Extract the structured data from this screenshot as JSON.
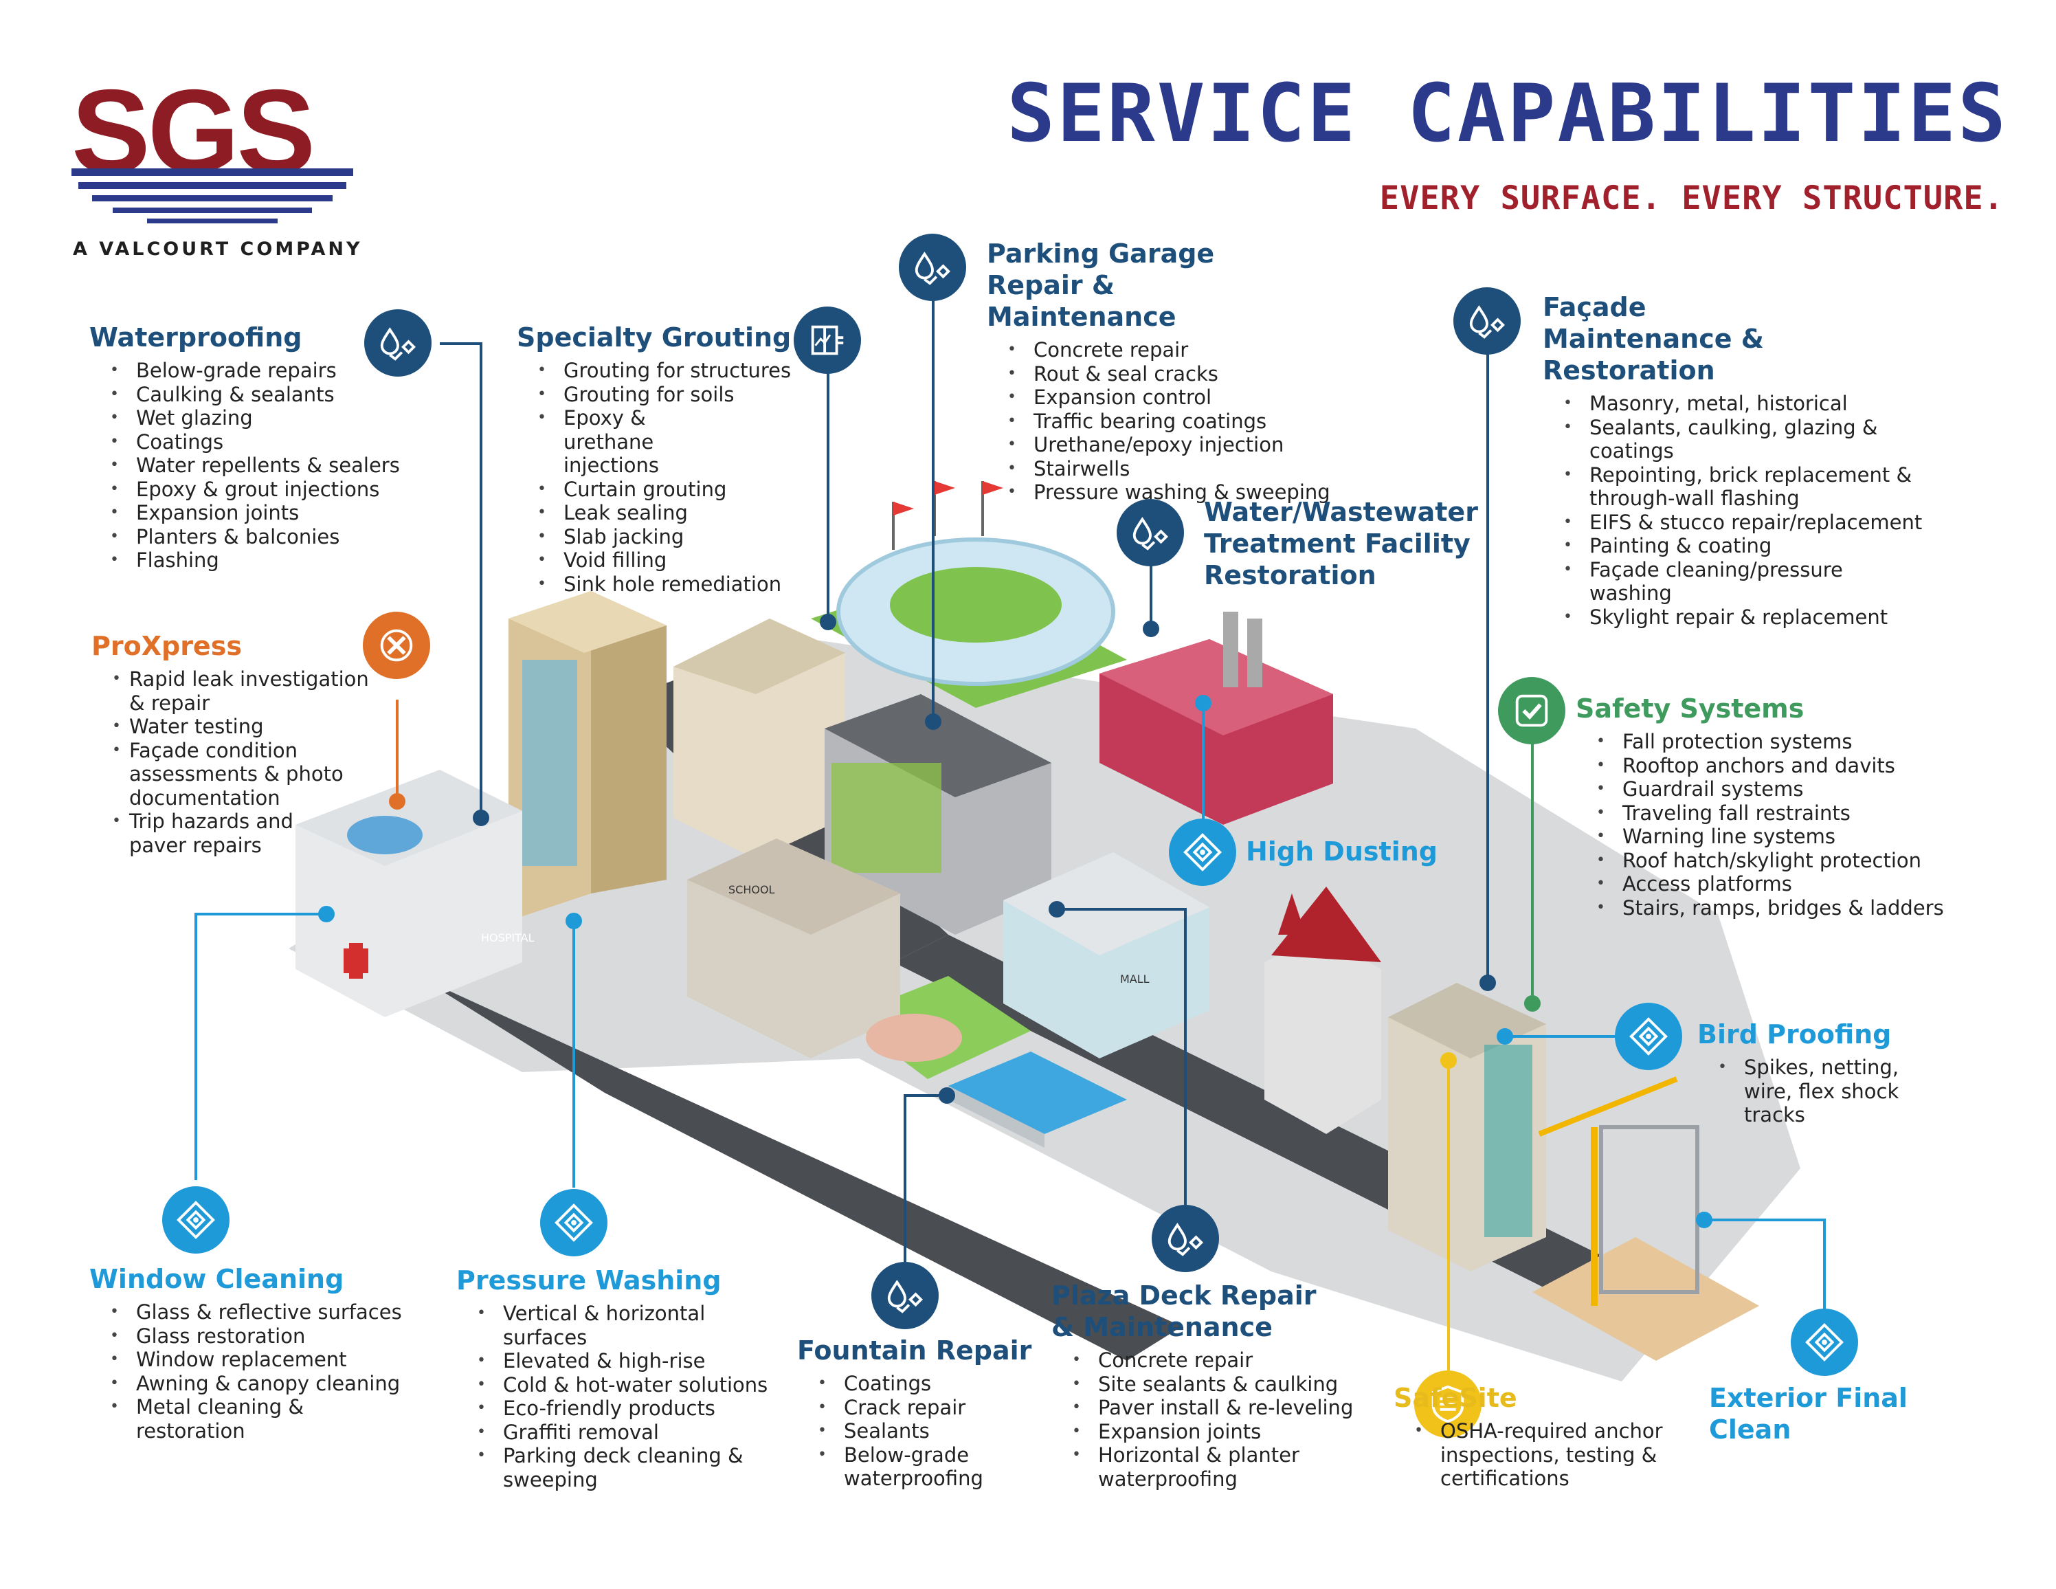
{
  "logo": {
    "text": "SGS",
    "tagline": "A VALCOURT COMPANY"
  },
  "header": {
    "title": "SERVICE CAPABILITIES",
    "subtitle": "EVERY SURFACE. EVERY STRUCTURE."
  },
  "colors": {
    "navy": "#1d4f7a",
    "sky": "#1f9ad8",
    "orange": "#e07028",
    "green": "#3f9a5e",
    "gold": "#f1c21a",
    "brand_red": "#8e1c25",
    "title_blue": "#2c3a8c"
  },
  "services": {
    "waterproofing": {
      "title": "Waterproofing",
      "icon": "water-drops-icon",
      "items": [
        "Below-grade repairs",
        "Caulking & sealants",
        "Wet glazing",
        "Coatings",
        "Water repellents & sealers",
        "Epoxy & grout injections",
        "Expansion joints",
        "Planters & balconies",
        "Flashing"
      ]
    },
    "grouting": {
      "title": "Specialty Grouting",
      "icon": "grout-injection-icon",
      "items": [
        "Grouting for structures",
        "Grouting for soils",
        "Epoxy & urethane injections",
        "Curtain grouting",
        "Leak sealing",
        "Slab jacking",
        "Void filling",
        "Sink hole remediation"
      ]
    },
    "parking": {
      "title": "Parking Garage Repair & Maintenance",
      "icon": "water-drops-icon",
      "items": [
        "Concrete repair",
        "Rout & seal cracks",
        "Expansion control",
        "Traffic bearing coatings",
        "Urethane/epoxy injection",
        "Stairwells",
        "Pressure washing & sweeping"
      ]
    },
    "facade": {
      "title": "Façade Maintenance & Restoration",
      "icon": "water-drops-icon",
      "items": [
        "Masonry, metal, historical",
        "Sealants, caulking, glazing & coatings",
        "Repointing, brick replacement & through-wall flashing",
        "EIFS & stucco repair/replacement",
        "Painting & coating",
        "Façade cleaning/pressure washing",
        "Skylight repair & replacement"
      ]
    },
    "water_treatment": {
      "title": "Water/Wastewater Treatment Facility Restoration",
      "icon": "water-drops-icon"
    },
    "proxpress": {
      "title": "ProXpress",
      "icon": "x-cross-icon",
      "items": [
        "Rapid leak investigation & repair",
        "Water testing",
        "Façade condition assessments & photo documentation",
        "Trip hazards and paver repairs"
      ]
    },
    "safety": {
      "title": "Safety Systems",
      "icon": "check-shield-icon",
      "items": [
        "Fall protection systems",
        "Rooftop anchors and davits",
        "Guardrail systems",
        "Traveling fall restraints",
        "Warning line systems",
        "Roof hatch/skylight protection",
        "Access platforms",
        "Stairs, ramps, bridges & ladders"
      ]
    },
    "high_dusting": {
      "title": "High Dusting",
      "icon": "diamond-target-icon"
    },
    "bird_proofing": {
      "title": "Bird Proofing",
      "icon": "diamond-target-icon",
      "items": [
        "Spikes, netting, wire, flex shock tracks"
      ]
    },
    "window_cleaning": {
      "title": "Window Cleaning",
      "icon": "diamond-target-icon",
      "items": [
        "Glass & reflective surfaces",
        "Glass restoration",
        "Window replacement",
        "Awning & canopy cleaning",
        "Metal cleaning & restoration"
      ]
    },
    "pressure_washing": {
      "title": "Pressure Washing",
      "icon": "diamond-target-icon",
      "items": [
        "Vertical & horizontal surfaces",
        "Elevated & high-rise",
        "Cold & hot-water solutions",
        "Eco-friendly products",
        "Graffiti removal",
        "Parking deck cleaning & sweeping"
      ]
    },
    "fountain": {
      "title": "Fountain Repair",
      "icon": "water-drops-icon",
      "items": [
        "Coatings",
        "Crack repair",
        "Sealants",
        "Below-grade waterproofing"
      ]
    },
    "plaza": {
      "title": "Plaza Deck Repair & Maintenance",
      "icon": "water-drops-icon",
      "items": [
        "Concrete repair",
        "Site sealants & caulking",
        "Paver install & re-leveling",
        "Expansion joints",
        "Horizontal & planter waterproofing"
      ]
    },
    "safesite": {
      "title": "SafeSite",
      "icon": "shield-badge-icon",
      "items": [
        "OSHA-required anchor inspections, testing & certifications"
      ]
    },
    "exterior_clean": {
      "title": "Exterior Final Clean",
      "icon": "diamond-target-icon"
    }
  },
  "illustration_signs": {
    "hospital": "HOSPITAL",
    "school": "SCHOOL",
    "mall": "MALL"
  }
}
